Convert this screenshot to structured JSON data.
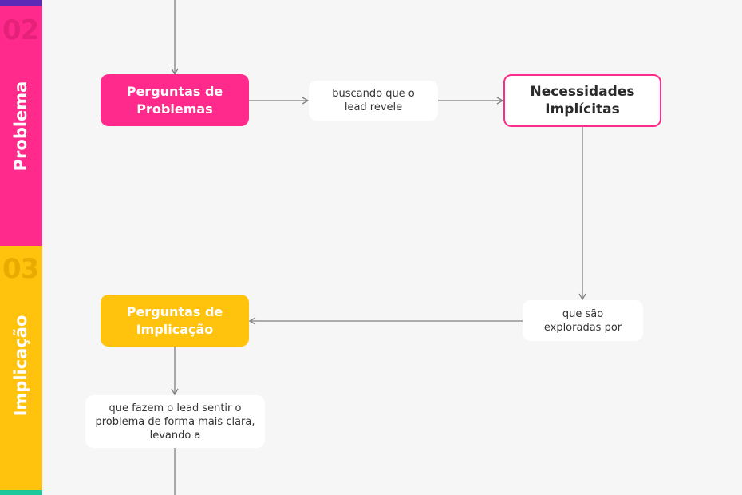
{
  "sidebar": {
    "problema": {
      "number": "02",
      "label": "Problema"
    },
    "implicacao": {
      "number": "03",
      "label": "Implicação"
    }
  },
  "nodes": {
    "perguntas_problemas": "Perguntas de Problemas",
    "necessidades_implicitas": "Necessidades Implícitas",
    "perguntas_implicacao": "Perguntas de Implicação"
  },
  "notes": {
    "buscando": "buscando que o lead revele",
    "exploradas": "que são exploradas por",
    "fazem_sentir": "que fazem o lead sentir o problema de forma mais clara, levando a"
  },
  "colors": {
    "problema": "#ff2a8b",
    "implicacao": "#ffc20d",
    "top_band": "#5b2bb8",
    "bottom_band": "#1bc99a",
    "connector": "#808080"
  }
}
